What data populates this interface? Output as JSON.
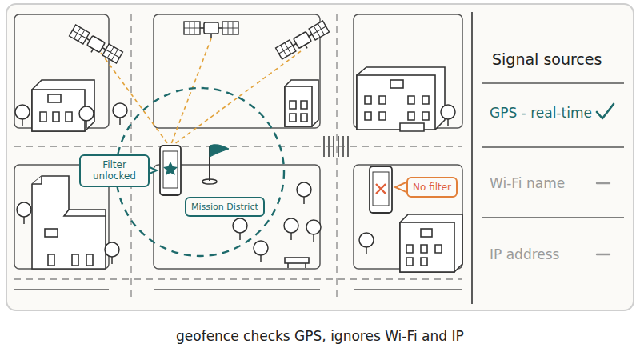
{
  "diagram": {
    "caption": "geofence checks GPS, ignores Wi-Fi and IP",
    "nodes": [
      {
        "text": [
          "Filter unlocked"
        ]
      },
      {
        "text": [
          "Mission District"
        ]
      },
      {
        "text": [
          "No filter"
        ]
      }
    ],
    "labels": [
      "Signal sources",
      "GPS - real-time",
      "Wi-Fi name",
      "IP address"
    ]
  }
}
